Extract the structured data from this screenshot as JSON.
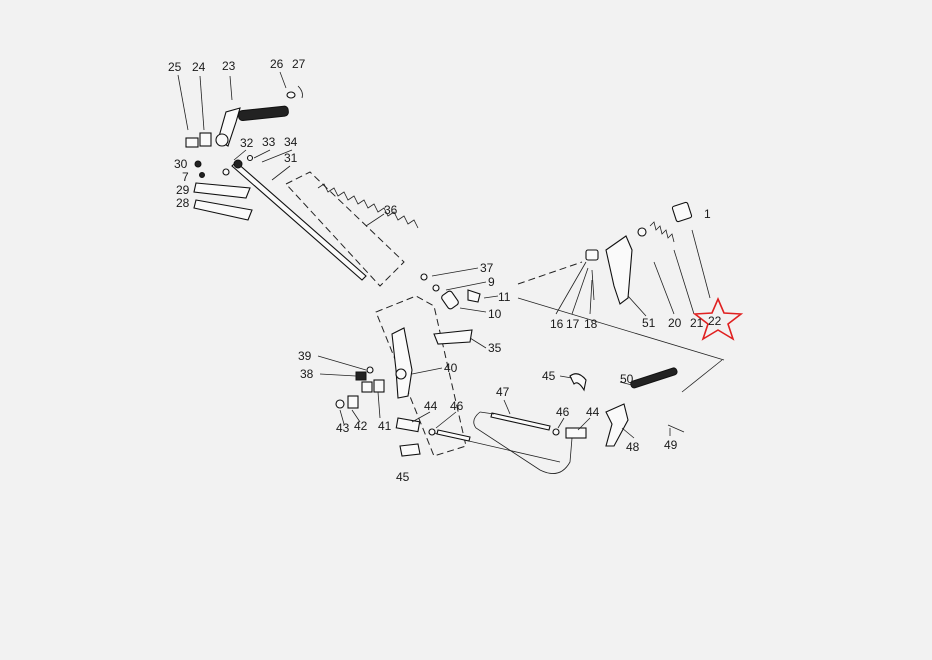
{
  "diagram": {
    "labels": {
      "p25": "25",
      "p24": "24",
      "p23": "23",
      "p26": "26",
      "p27": "27",
      "p30": "30",
      "p7": "7",
      "p29": "29",
      "p28": "28",
      "p32": "32",
      "p33": "33",
      "p34": "34",
      "p31": "31",
      "p36": "36",
      "p37": "37",
      "p9": "9",
      "p11": "11",
      "p10": "10",
      "p35": "35",
      "p39": "39",
      "p38": "38",
      "p40": "40",
      "p41": "41",
      "p42": "42",
      "p43": "43",
      "p44a": "44",
      "p46a": "46",
      "p45a": "45",
      "p47": "47",
      "p45b": "45",
      "p46b": "46",
      "p44b": "44",
      "p48": "48",
      "p50": "50",
      "p49": "49",
      "p16": "16",
      "p17": "17",
      "p18": "18",
      "p51": "51",
      "p20": "20",
      "p21": "21",
      "p22": "22",
      "p1": "1"
    },
    "highlight_color": "#e02020",
    "line_color": "#222222",
    "background_color": "#f2f2f2"
  }
}
